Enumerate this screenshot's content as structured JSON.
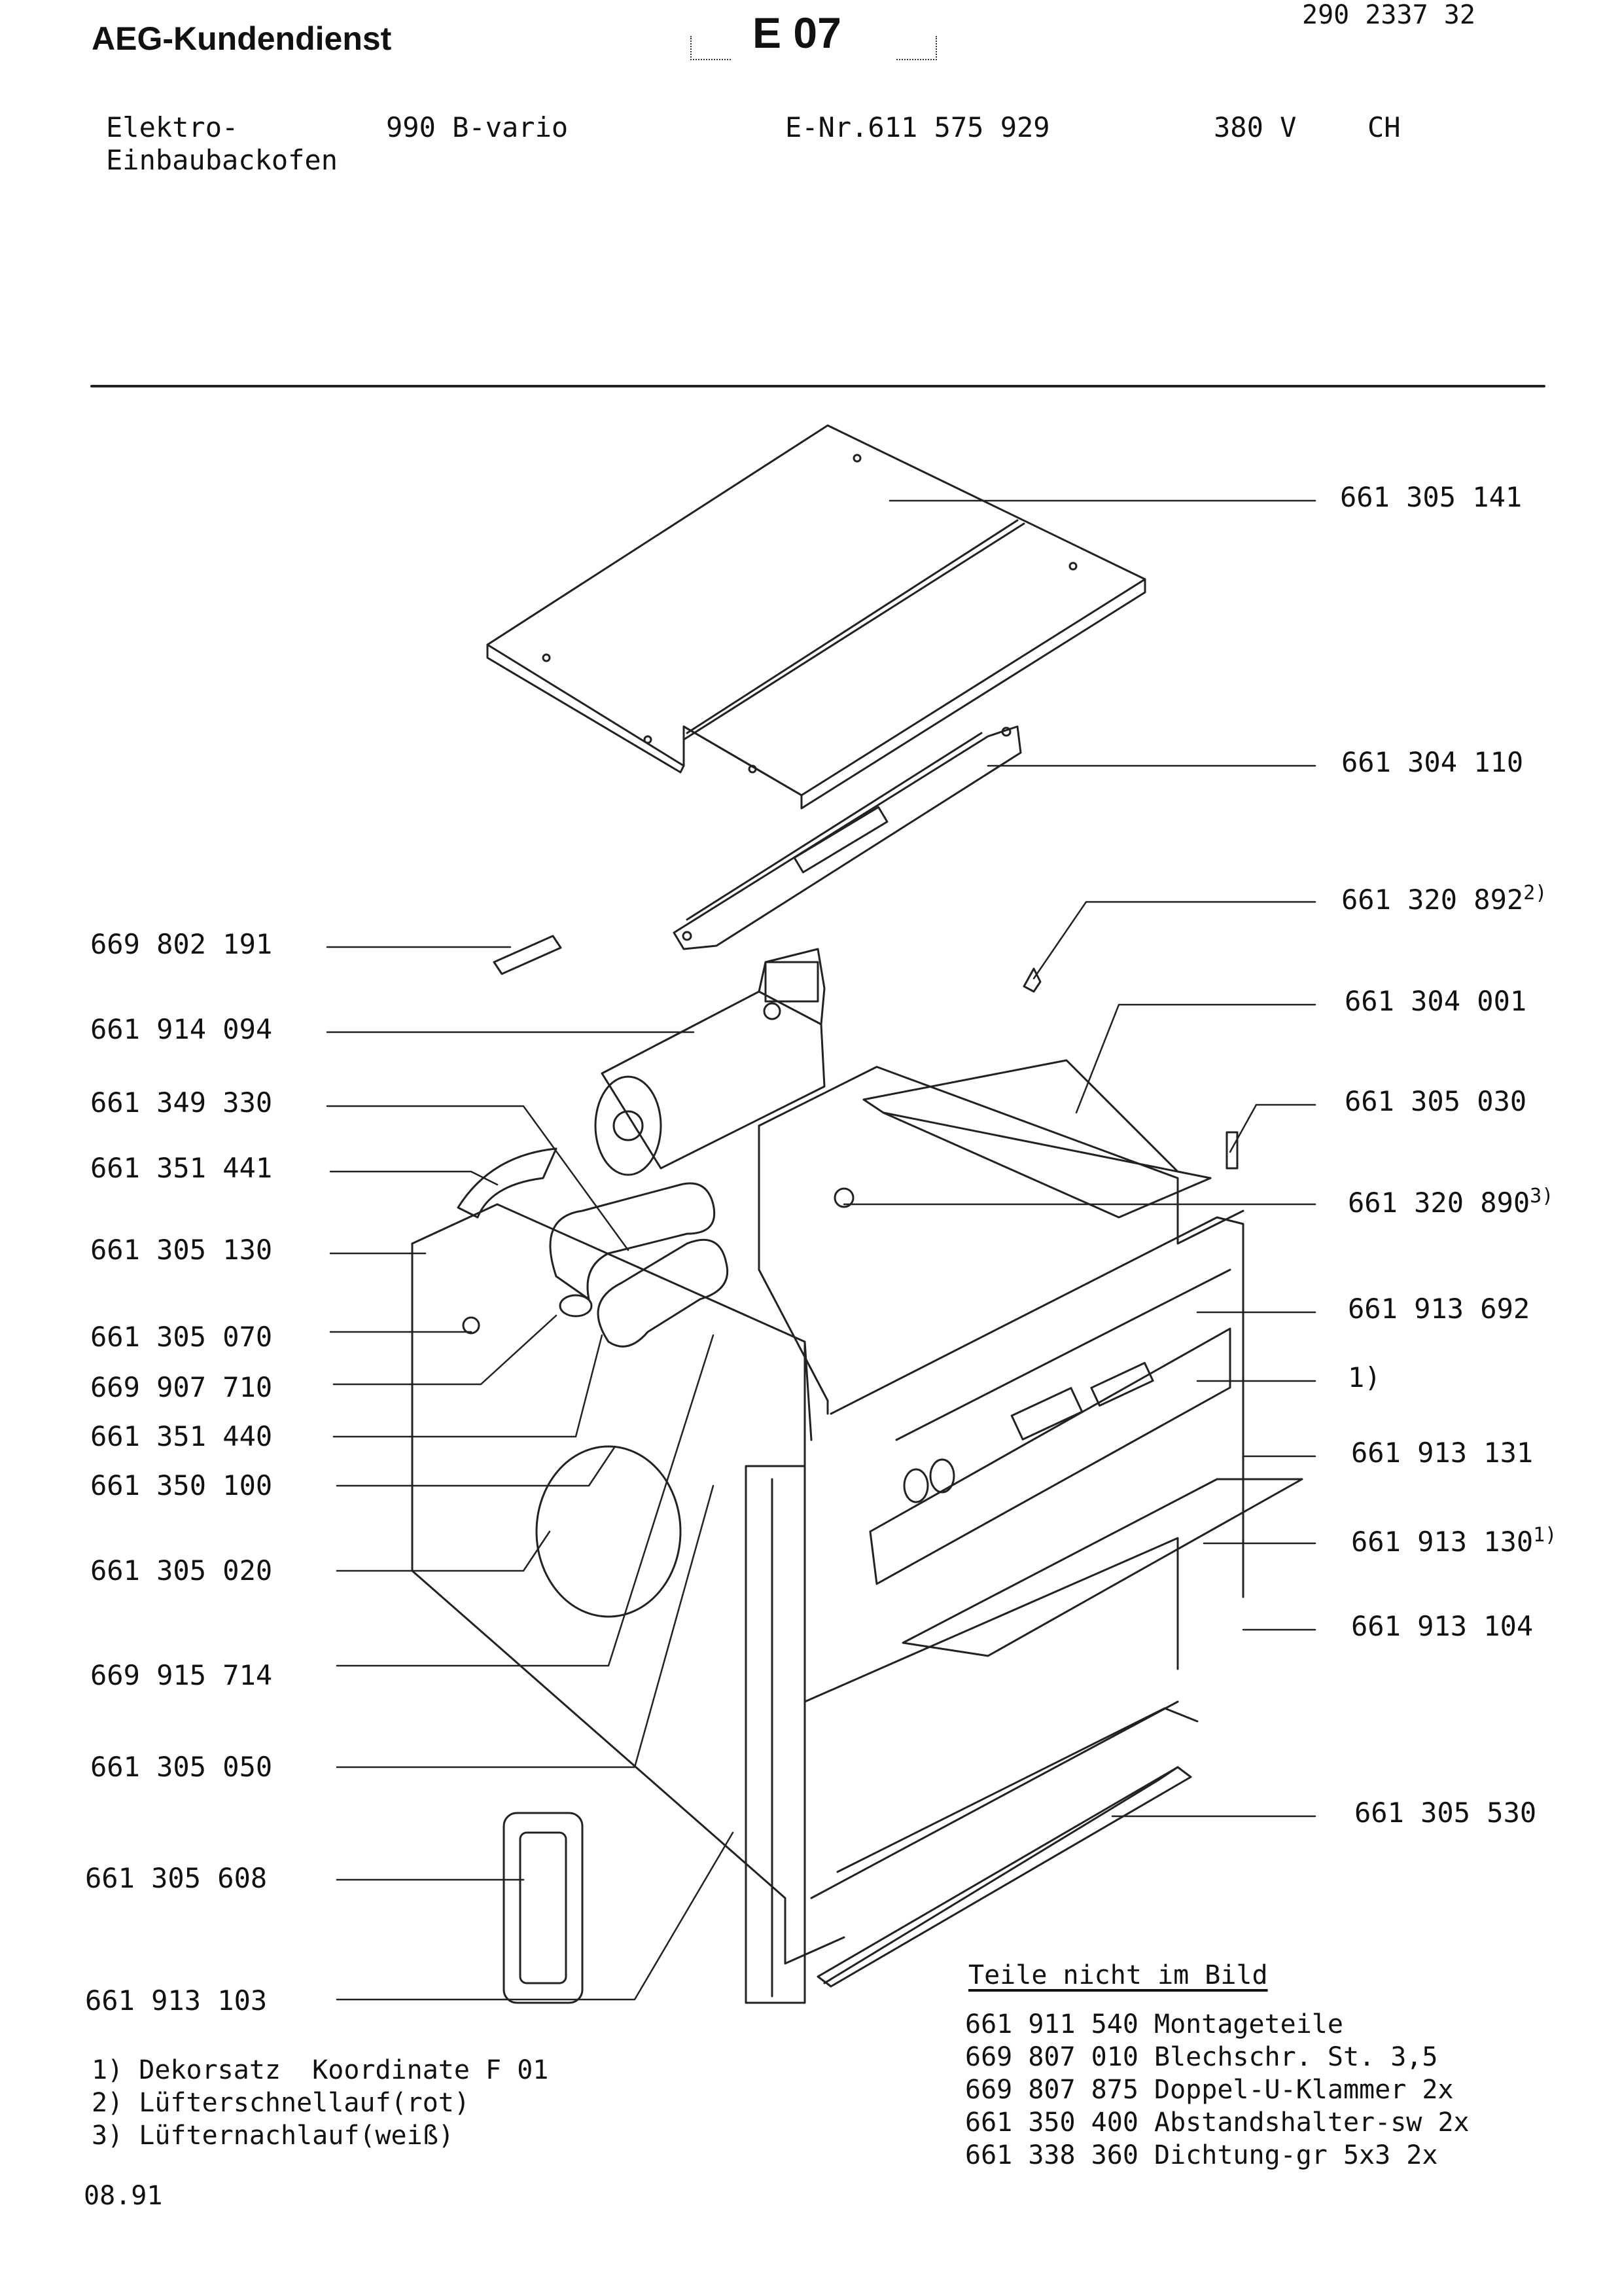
{
  "header": {
    "brand": "AEG-Kundendienst",
    "section_code": "E 07",
    "doc_number": "290 2337 32",
    "product_type_line1": "Elektro-",
    "product_type_line2": "Einbaubackofen",
    "model": "990 B-vario",
    "enr": "E-Nr.611 575 929",
    "voltage": "380 V",
    "country": "CH"
  },
  "parts_right": [
    {
      "number": "661 305 141",
      "note": ""
    },
    {
      "number": "661 304 110",
      "note": ""
    },
    {
      "number": "661 320 892",
      "note": "2)"
    },
    {
      "number": "661 304 001",
      "note": ""
    },
    {
      "number": "661 305 030",
      "note": ""
    },
    {
      "number": "661 320 890",
      "note": "3)"
    },
    {
      "number": "661 913 692",
      "note": ""
    },
    {
      "number": "1)",
      "note": ""
    },
    {
      "number": "661 913 131",
      "note": ""
    },
    {
      "number": "661 913 130",
      "note": "1)"
    },
    {
      "number": "661 913 104",
      "note": ""
    },
    {
      "number": "661 305 530",
      "note": ""
    }
  ],
  "parts_left": [
    "669 802 191",
    "661 914 094",
    "661 349 330",
    "661 351 441",
    "661 305 130",
    "661 305 070",
    "669 907 710",
    "661 351 440",
    "661 350 100",
    "661 305 020",
    "669 915 714",
    "661 305 050",
    "661 305 608",
    "661 913 103"
  ],
  "footnotes": [
    "1) Dekorsatz  Koordinate F 01",
    "2) Lüfterschnellauf(rot)",
    "3) Lüfternachlauf(weiß)"
  ],
  "date": "08.91",
  "not_shown": {
    "title": "Teile nicht im Bild",
    "items": [
      "661 911 540 Montageteile",
      "669 807 010 Blechschr. St. 3,5",
      "669 807 875 Doppel-U-Klammer 2x",
      "661 350 400 Abstandshalter-sw 2x",
      "661 338 360 Dichtung-gr 5x3 2x"
    ]
  }
}
